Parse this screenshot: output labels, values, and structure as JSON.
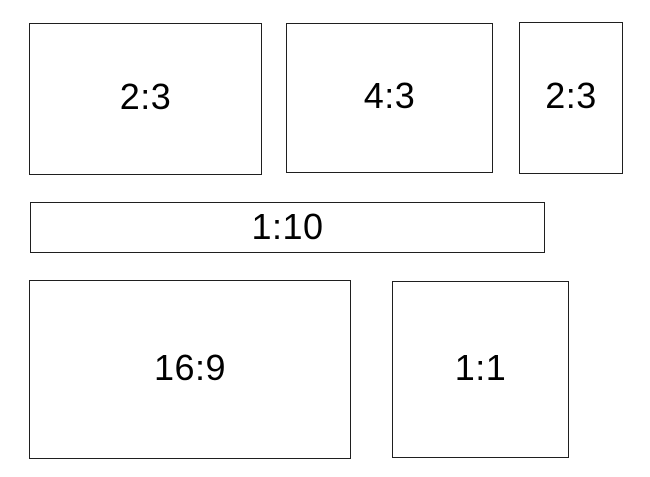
{
  "figure": {
    "boxes": [
      {
        "id": "aspect-box-2-3-landscape",
        "label": "2:3"
      },
      {
        "id": "aspect-box-4-3",
        "label": "4:3"
      },
      {
        "id": "aspect-box-2-3-portrait",
        "label": "2:3"
      },
      {
        "id": "aspect-box-1-10",
        "label": "1:10"
      },
      {
        "id": "aspect-box-16-9",
        "label": "16:9"
      },
      {
        "id": "aspect-box-1-1",
        "label": "1:1"
      }
    ],
    "colors": {
      "border": "#1f1f1f",
      "background": "#ffffff",
      "text": "#000000"
    }
  }
}
